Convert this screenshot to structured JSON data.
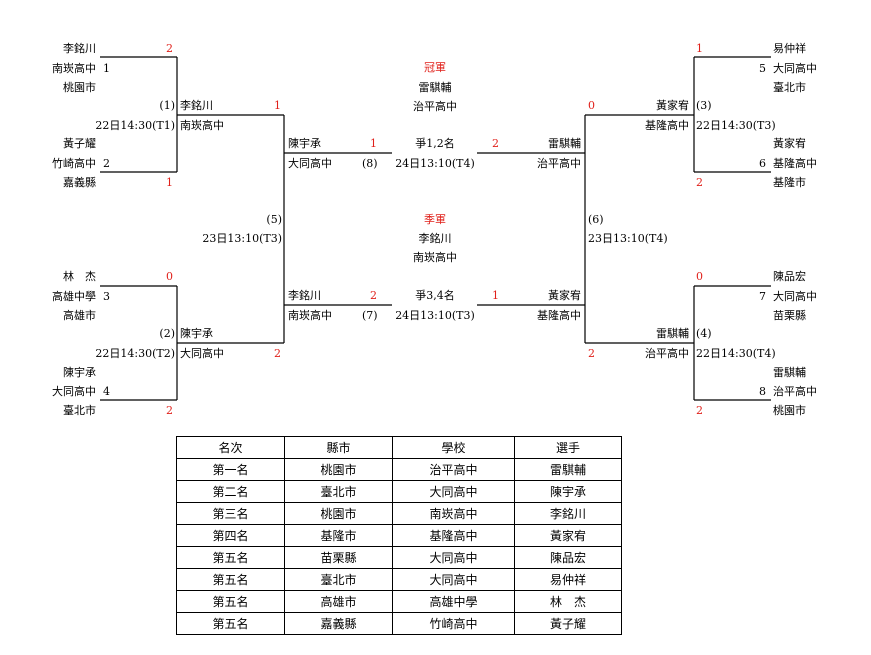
{
  "left_bracket": {
    "p1": {
      "name": "李銘川",
      "school": "南崁高中",
      "seed": "1",
      "city": "桃園市",
      "score": "2"
    },
    "p2": {
      "name": "黃子耀",
      "school": "竹崎高中",
      "seed": "2",
      "city": "嘉義縣",
      "score": "1"
    },
    "p3": {
      "name": "林　杰",
      "school": "高雄中學",
      "seed": "3",
      "city": "高雄市",
      "score": "0"
    },
    "p4": {
      "name": "陳宇承",
      "school": "大同高中",
      "seed": "4",
      "city": "臺北市",
      "score": "2"
    },
    "m1": {
      "label": "(1)",
      "time": "22日14:30(T1)",
      "winner_name": "李銘川",
      "winner_school": "南崁高中",
      "score": "1"
    },
    "m2": {
      "label": "(2)",
      "time": "22日14:30(T2)",
      "winner_name": "陳宇承",
      "winner_school": "大同高中",
      "score": "2"
    },
    "m5": {
      "label": "(5)",
      "time": "23日13:10(T3)"
    },
    "final_side": {
      "name": "陳宇承",
      "school": "大同高中",
      "label": "(8)",
      "score": "1"
    },
    "third_side": {
      "name": "李銘川",
      "school": "南崁高中",
      "label": "(7)",
      "score": "2"
    }
  },
  "right_bracket": {
    "p5": {
      "name": "易仲祥",
      "school": "大同高中",
      "seed": "5",
      "city": "臺北市",
      "score": "1"
    },
    "p6": {
      "name": "黃家宥",
      "school": "基隆高中",
      "seed": "6",
      "city": "基隆市",
      "score": "2"
    },
    "p7": {
      "name": "陳品宏",
      "school": "大同高中",
      "seed": "7",
      "city": "苗栗縣",
      "score": "0"
    },
    "p8": {
      "name": "雷騏輔",
      "school": "治平高中",
      "seed": "8",
      "city": "桃園市",
      "score": "2"
    },
    "m3": {
      "label": "(3)",
      "time": "22日14:30(T3)",
      "winner_name": "黃家宥",
      "winner_school": "基隆高中",
      "score": "0"
    },
    "m4": {
      "label": "(4)",
      "time": "22日14:30(T4)",
      "winner_name": "雷騏輔",
      "winner_school": "治平高中",
      "score": "2"
    },
    "m6": {
      "label": "(6)",
      "time": "23日13:10(T4)"
    },
    "final_side": {
      "name": "雷騏輔",
      "school": "治平高中",
      "score": "2"
    },
    "third_side": {
      "name": "黃家宥",
      "school": "基隆高中",
      "score": "1"
    }
  },
  "center": {
    "champion": {
      "title": "冠軍",
      "name": "雷騏輔",
      "school": "治平高中"
    },
    "final_match": {
      "label": "爭1,2名",
      "time": "24日13:10(T4)"
    },
    "third_place": {
      "title": "季軍",
      "name": "李銘川",
      "school": "南崁高中"
    },
    "third_match": {
      "label": "爭3,4名",
      "time": "24日13:10(T3)"
    }
  },
  "results_table": {
    "headers": [
      "名次",
      "縣市",
      "學校",
      "選手"
    ],
    "rows": [
      [
        "第一名",
        "桃園市",
        "治平高中",
        "雷騏輔"
      ],
      [
        "第二名",
        "臺北市",
        "大同高中",
        "陳宇承"
      ],
      [
        "第三名",
        "桃園市",
        "南崁高中",
        "李銘川"
      ],
      [
        "第四名",
        "基隆市",
        "基隆高中",
        "黃家宥"
      ],
      [
        "第五名",
        "苗栗縣",
        "大同高中",
        "陳品宏"
      ],
      [
        "第五名",
        "臺北市",
        "大同高中",
        "易仲祥"
      ],
      [
        "第五名",
        "高雄市",
        "高雄中學",
        "林　杰"
      ],
      [
        "第五名",
        "嘉義縣",
        "竹崎高中",
        "黃子耀"
      ]
    ]
  }
}
